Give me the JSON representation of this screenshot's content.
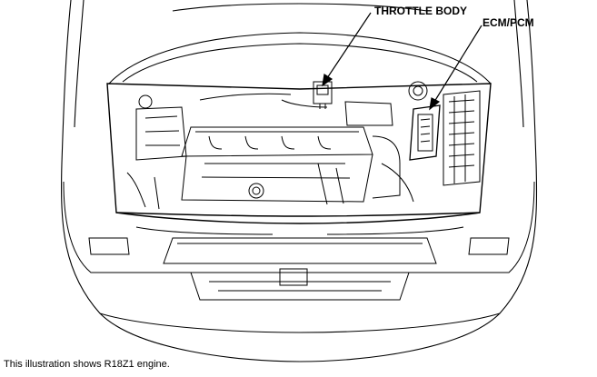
{
  "callouts": {
    "throttle_body": "THROTTLE BODY",
    "ecm_pcm": "ECM/PCM"
  },
  "caption": "This illustration shows R18Z1 engine.",
  "colors": {
    "line": "#000000",
    "background": "#ffffff"
  }
}
